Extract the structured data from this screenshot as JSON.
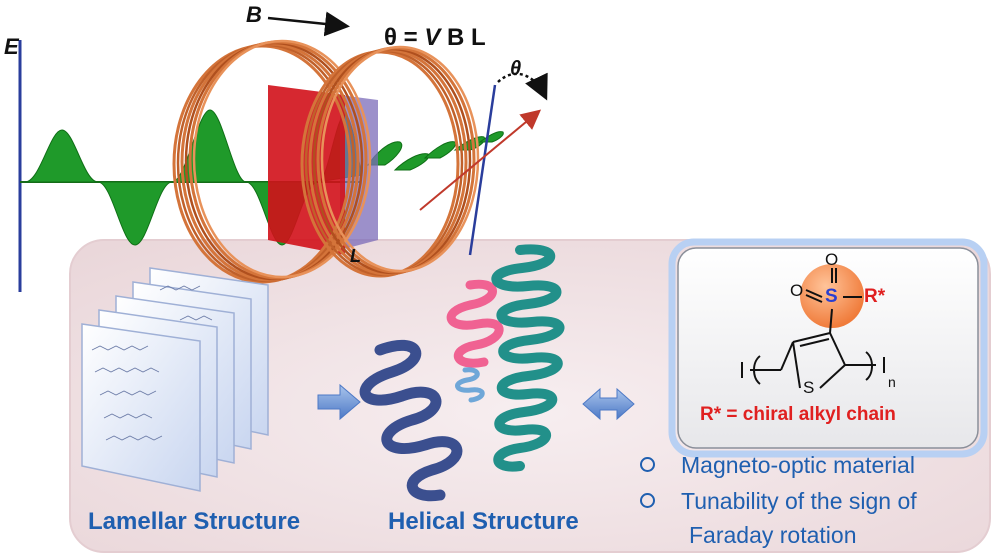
{
  "labels": {
    "E": "E",
    "B": "B",
    "theta": "θ",
    "L": "L",
    "equation_lhs": "θ = ",
    "equation_v": "V",
    "equation_rest": " B L"
  },
  "molecule": {
    "substituent": "R*",
    "sulfur": "S",
    "oxygen_top": "O",
    "oxygen_left": "O",
    "ring_sulfur": "S",
    "subscript": "n",
    "caption": "R* = chiral alkyl chain"
  },
  "structures": {
    "lamellar": "Lamellar Structure",
    "helical": "Helical Structure"
  },
  "bullets": [
    "Magneto-optic material",
    "Tunability of the sign of",
    "Faraday rotation"
  ],
  "colors": {
    "wave": "#1f9a2a",
    "coil": "#d4743a",
    "accent_blue": "#1f5fb0",
    "red_text": "#e02020",
    "panel_bg": "#f3e6e8"
  }
}
